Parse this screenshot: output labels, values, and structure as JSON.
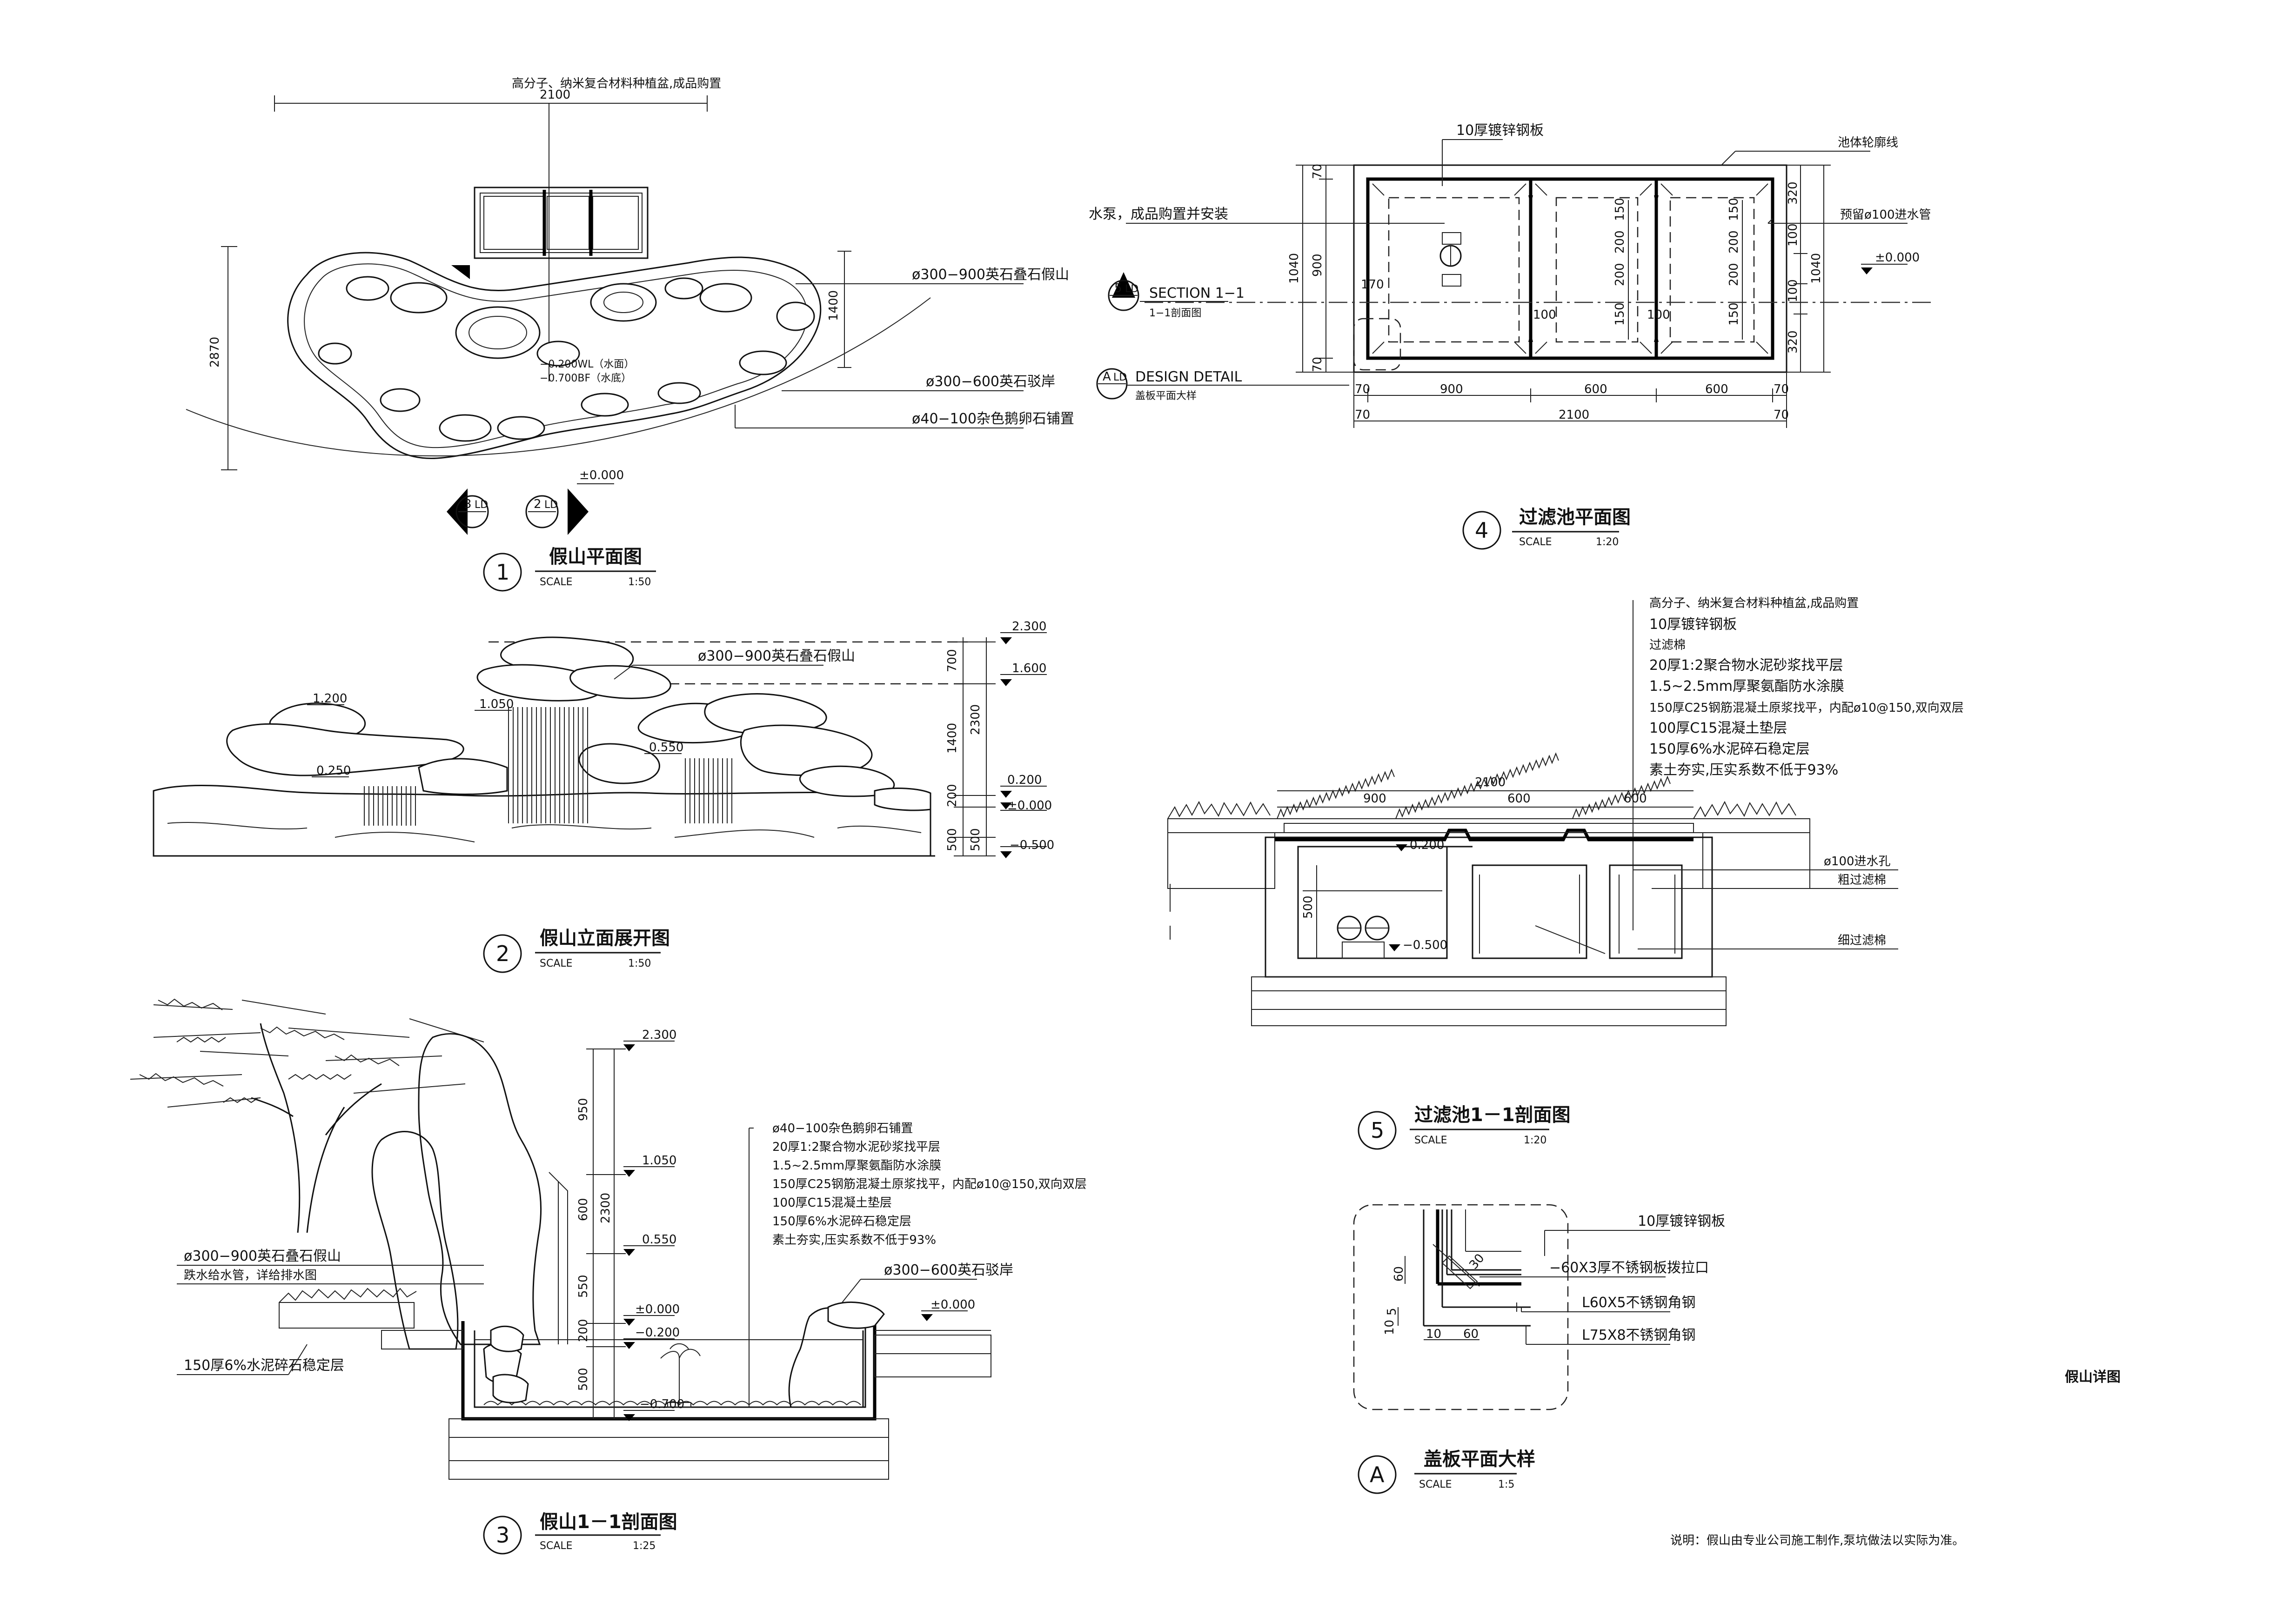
{
  "drawing_title": "假山详图",
  "note": "说明：假山由专业公司施工制作,泵坑做法以实际为准。",
  "scale_label": "SCALE",
  "views": [
    {
      "num": "1",
      "title": "假山平面图",
      "scale": "1:50"
    },
    {
      "num": "2",
      "title": "假山立面展开图",
      "scale": "1:50"
    },
    {
      "num": "3",
      "title": "假山1－1剖面图",
      "scale": "1:25"
    },
    {
      "num": "4",
      "title": "过滤池平面图",
      "scale": "1:20"
    },
    {
      "num": "5",
      "title": "过滤池1－1剖面图",
      "scale": "1:20"
    },
    {
      "num": "A",
      "title": "盖板平面大样",
      "scale": "1:5"
    }
  ],
  "plan1": {
    "planter_label": "高分子、纳米复合材料种植盆,成品购置",
    "dim_top": "2100",
    "dim_depth": "2870",
    "dim_1400": "1400",
    "rock_label_1": "ø300−900英石叠石假山",
    "rock_label_2": "ø300−600英石驳岸",
    "rock_label_3": "ø40−100杂色鹅卵石铺置",
    "wl": "−0.200WL（水面）",
    "bf": "−0.700BF（水底）",
    "level": "±0.000",
    "sec3": "3",
    "sec2": "2",
    "sec_ref": "LD"
  },
  "elev2": {
    "rock_label": "ø300−900英石叠石假山",
    "lv_2300": "2.300",
    "lv_1600": "1.600",
    "lv_0200": "0.200",
    "lv_0000": "±0.000",
    "lv_m0500": "−0.500",
    "lv_1200": "1.200",
    "lv_1050": "1.050",
    "lv_0550": "0.550",
    "lv_0250": "0.250",
    "d_700": "700",
    "d_1400": "1400",
    "d_2300": "2300",
    "d_200": "200",
    "d_500a": "500",
    "d_500b": "500"
  },
  "sec3": {
    "lv_2300": "2.300",
    "lv_1050": "1.050",
    "lv_0550": "0.550",
    "lv_0000": "±0.000",
    "lv_m0200": "−0.200",
    "lv_m0700": "−0.700",
    "lv_0000b": "±0.000",
    "d_950": "950",
    "d_600": "600",
    "d_550": "550",
    "d_2300": "2300",
    "d_200": "200",
    "d_500": "500",
    "layers": [
      "ø40−100杂色鹅卵石铺置",
      "20厚1:2聚合物水泥砂浆找平层",
      "1.5~2.5mm厚聚氨酯防水涂膜",
      "150厚C25钢筋混凝土原浆找平，内配ø10@150,双向双层",
      "100厚C15混凝土垫层",
      "150厚6%水泥碎石稳定层",
      "素土夯实,压实系数不低于93%"
    ],
    "left_1": "ø300−900英石叠石假山",
    "left_2": "跌水给水管，详给排水图",
    "left_3": "150厚6%水泥碎石稳定层",
    "right_1": "ø300−600英石驳岸"
  },
  "plan4": {
    "steel": "10厚镀锌钢板",
    "outline": "池体轮廓线",
    "pump": "水泵，成品购置并安装",
    "pipe": "预留ø100进水管",
    "level": "±0.000",
    "sec_title": "SECTION 1−1",
    "sec_sub": "1−1剖面图",
    "sec_num": "5",
    "sec_ref": "LD",
    "det_title": "DESIGN DETAIL",
    "det_sub": "盖板平面大样",
    "det_num": "A",
    "det_ref": "LD",
    "dims_bottom": [
      "70",
      "900",
      "600",
      "600",
      "70"
    ],
    "dim_total": "2100",
    "dims_left": [
      "70",
      "900",
      "70"
    ],
    "dim_left_total": "1040",
    "dims_right": [
      "320",
      "100",
      "100",
      "320"
    ],
    "dim_right_total": "1040",
    "dims_inner": [
      "150",
      "200",
      "200",
      "150"
    ],
    "d_170": "170",
    "d_100a": "100",
    "d_100b": "100"
  },
  "sec5": {
    "layers": [
      "高分子、纳米复合材料种植盆,成品购置",
      "10厚镀锌钢板",
      "过滤棉",
      "20厚1:2聚合物水泥砂浆找平层",
      "1.5~2.5mm厚聚氨酯防水涂膜",
      "150厚C25钢筋混凝土原浆找平，内配ø10@150,双向双层",
      "100厚C15混凝土垫层",
      "150厚6%水泥碎石稳定层",
      "素土夯实,压实系数不低于93%"
    ],
    "dim_total": "2100",
    "dims": [
      "900",
      "600",
      "600"
    ],
    "hole": "ø100进水孔",
    "coarse": "粗过滤棉",
    "fine": "细过滤棉",
    "lv_0200": "0.200",
    "lv_m0500": "−0.500",
    "d_500": "500"
  },
  "detA": {
    "plate": "10厚镀锌钢板",
    "flat": "−60X3厚不锈钢板拨拉口",
    "angle1": "L60X5不锈钢角钢",
    "angle2": "L75X8不锈钢角钢",
    "d_60a": "60",
    "d_60b": "60",
    "d_5": "5",
    "d_10": "10",
    "d_10b": "10",
    "d_30": "30"
  }
}
